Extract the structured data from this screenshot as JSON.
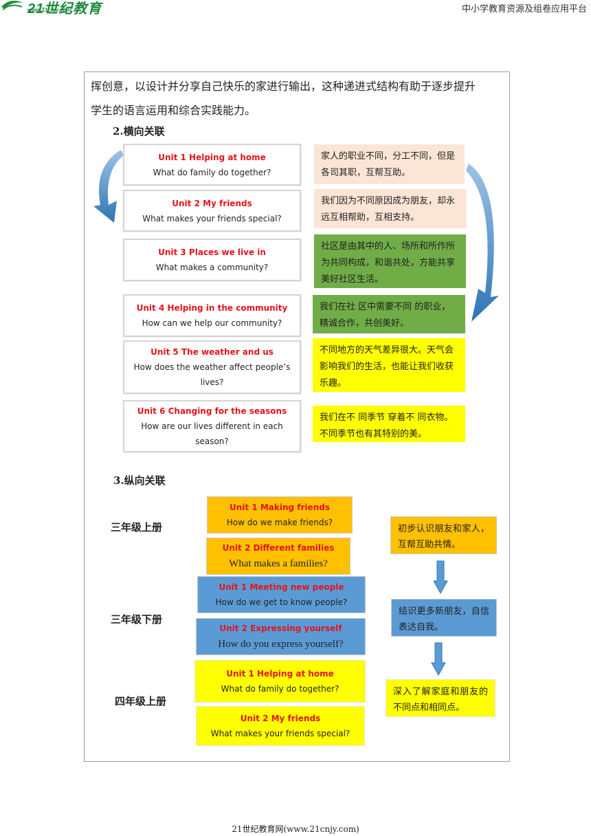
{
  "header": {
    "logo_text": "21世纪教育",
    "logo_url": "www.21cnjy.com",
    "platform": "中小学教育资源及组卷应用平台"
  },
  "intro": {
    "line1": "挥创意，以设计并分享自己快乐的家进行输出，这种递进式结构有助于逐步提升",
    "line2": "学生的语言运用和综合实践能力。"
  },
  "horizontal": {
    "title": "2.横向关联",
    "units": [
      {
        "title": "Unit 1  Helping at home",
        "question": "What do family do together?"
      },
      {
        "title": "Unit 2  My friends",
        "question": "What makes your friends special?"
      },
      {
        "title": "Unit 3  Places we live in",
        "question": "What  makes a community?"
      },
      {
        "title": "Unit 4 Helping in the community",
        "question": "How can we  help our community?"
      },
      {
        "title": "Unit 5  The weather and us",
        "question": "How does the weather affect people’s lives?"
      },
      {
        "title": "Unit 6 Changing for the seasons",
        "question": "How are our  lives different in each season?"
      }
    ],
    "notes": [
      {
        "text": "家人的职业不同，分工不同，但是各司其职，互帮互助。",
        "color": "#fbe5d6"
      },
      {
        "text": "我们因为不同原因成为朋友，却永远互相帮助，互相支持。",
        "color": "#fbe5d6"
      },
      {
        "text": "社区是由其中的人、场所和所作所为共同构成，和谐共处，方能共享美好社区生活。",
        "color": "#70ad47"
      },
      {
        "text": "我们在社 区中需要不同 的职业，精诚合作，共创美好。",
        "color": "#70ad47"
      },
      {
        "text": "不同地方的天气差异很大。天气会影响我们的生活，也能让我们收获乐趣。",
        "color": "#ffff00"
      },
      {
        "text": "我们在不 同季节 穿着不 同衣物。不同季节也有其特别的美。",
        "color": "#ffff00"
      }
    ]
  },
  "vertical": {
    "title": "3.纵向关联",
    "grades": [
      "三年级上册",
      "三年级下册",
      "四年级上册"
    ],
    "units": [
      {
        "title": "Unit 1  Making friends",
        "question": "How do we make friends?",
        "color": "#ffc000"
      },
      {
        "title": "Unit 2  Different families",
        "question": "What makes a families?",
        "color": "#ffc000"
      },
      {
        "title": "Unit 1  Meeting new people",
        "question": "How do we get to know people?",
        "color": "#5b9bd5"
      },
      {
        "title": "Unit 2  Expressing yourself",
        "question": "How do you express yourself?",
        "color": "#5b9bd5"
      },
      {
        "title": "Unit 1  Helping at home",
        "question": "What do family do together?",
        "color": "#ffff00"
      },
      {
        "title": "Unit 2  My friends",
        "question": "What makes your friends special?",
        "color": "#ffff00"
      }
    ],
    "notes": [
      {
        "text": "初步认识朋友和家人，互帮互助共情。",
        "color": "#ffc000"
      },
      {
        "text": "结识更多新朋友，自信表达自我。",
        "color": "#5b9bd5"
      },
      {
        "text": "深入了解家庭和朋友的不同点和相同点。",
        "color": "#ffff00"
      }
    ]
  },
  "footer": {
    "text": "21世纪教育网(www.21cnjy.com)"
  }
}
